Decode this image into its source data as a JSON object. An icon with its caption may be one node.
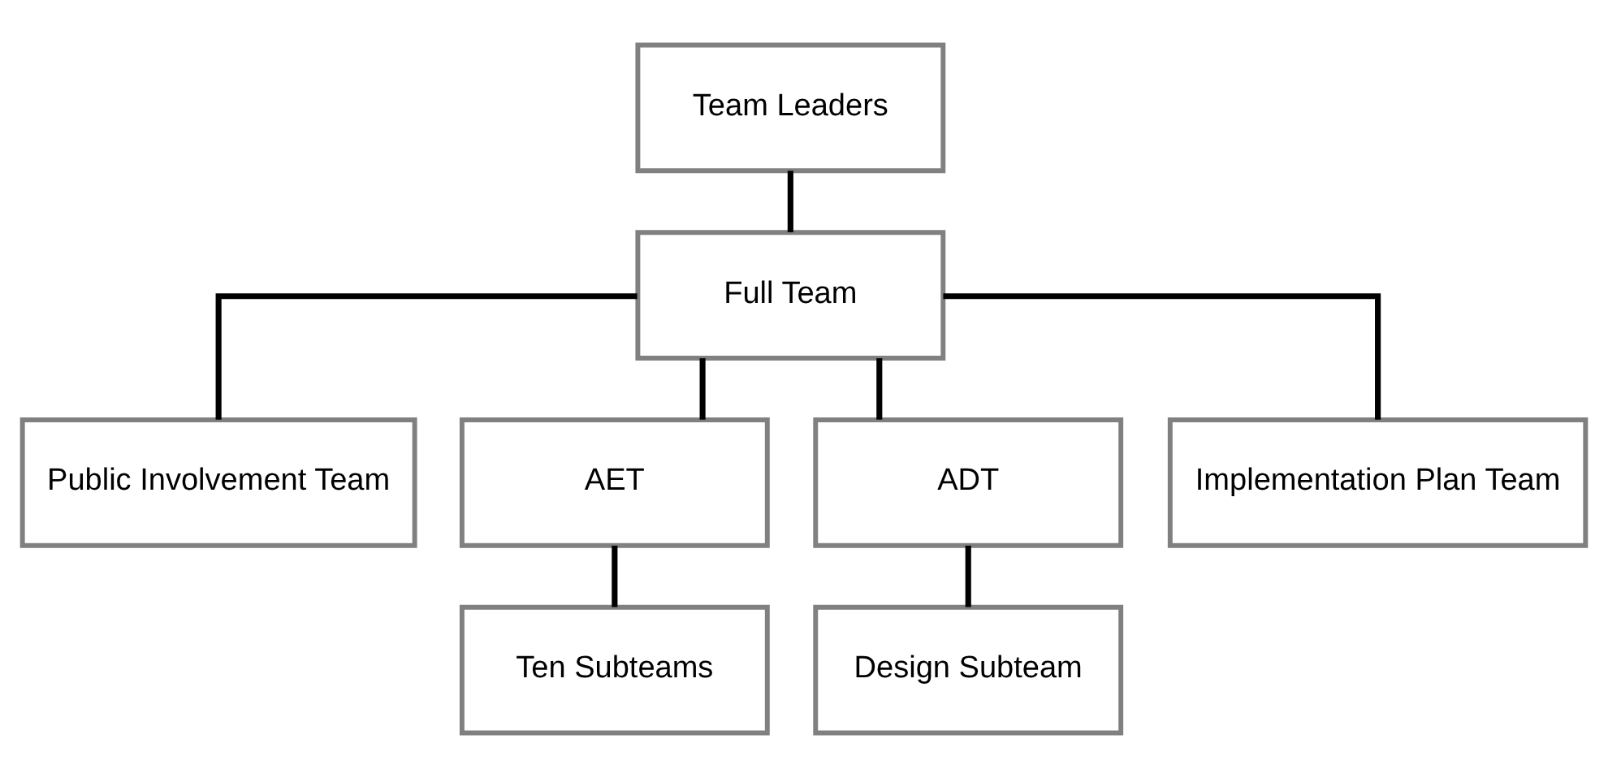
{
  "diagram": {
    "nodes": [
      {
        "text": [
          "Team Leaders"
        ]
      },
      {
        "text": [
          "Full Team"
        ]
      },
      {
        "text": [
          "Public Involvement Team"
        ]
      },
      {
        "text": [
          "AET"
        ]
      },
      {
        "text": [
          "ADT"
        ]
      },
      {
        "text": [
          "Implementation Plan Team"
        ]
      },
      {
        "text": [
          "Ten Subteams"
        ]
      },
      {
        "text": [
          "Design Subteam"
        ]
      }
    ],
    "edges": [
      {
        "from": 0,
        "to": 1,
        "arrow": "none"
      },
      {
        "from": 1,
        "to": 2,
        "arrow": "none"
      },
      {
        "from": 1,
        "to": 3,
        "arrow": "none"
      },
      {
        "from": 1,
        "to": 4,
        "arrow": "none"
      },
      {
        "from": 1,
        "to": 5,
        "arrow": "none"
      },
      {
        "from": 3,
        "to": 6,
        "arrow": "none"
      },
      {
        "from": 4,
        "to": 7,
        "arrow": "none"
      }
    ]
  }
}
